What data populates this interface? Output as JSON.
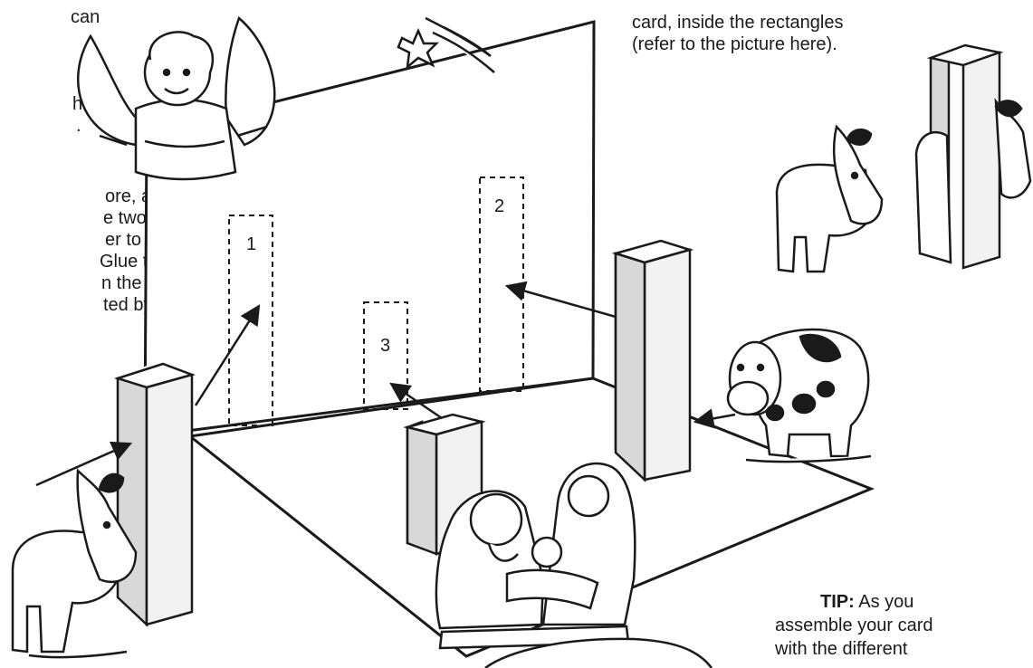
{
  "left_text": {
    "line1": "can",
    "line2": "he",
    "line3": ".",
    "line4": "ore, and",
    "line5": "e two long",
    "line6": "er to form",
    "line7": "Glue the",
    "line8": "n the card",
    "line9": "ted by the"
  },
  "right_text": {
    "line1": "card, inside the rectangles",
    "line2": "(refer to the picture here)."
  },
  "rectangle_labels": [
    "1",
    "2",
    "3"
  ],
  "tip": {
    "bold": "TIP:",
    "line1": " As you",
    "line2": "assemble your card",
    "line3": "with the different"
  }
}
